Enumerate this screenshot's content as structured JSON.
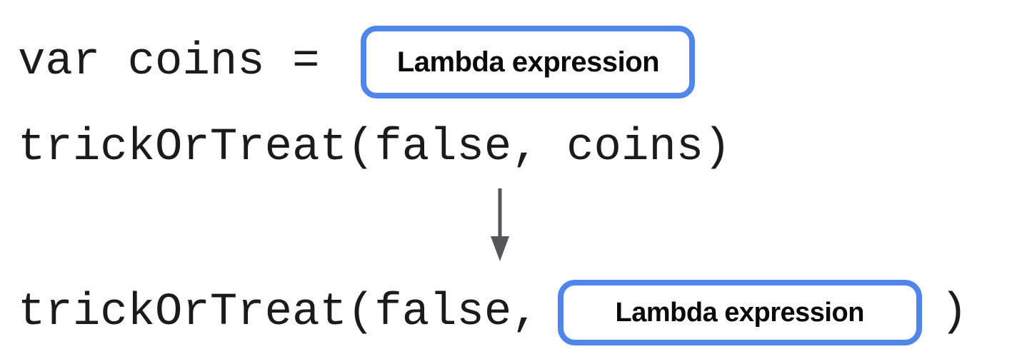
{
  "colors": {
    "accent_blue": "#5086EC",
    "arrow_gray": "#57575A",
    "code_black": "#1B1B1B"
  },
  "line1": {
    "code": "var coins =",
    "box_label": "Lambda expression"
  },
  "line2": {
    "code": "trickOrTreat(false, coins)"
  },
  "arrow": {
    "meaning": "transforms-into"
  },
  "line3": {
    "code_before": "trickOrTreat(false,",
    "box_label": "Lambda expression",
    "code_after": ")"
  }
}
